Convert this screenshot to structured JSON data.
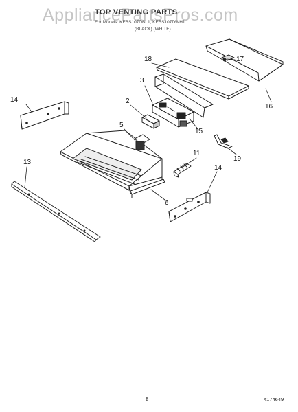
{
  "header": {
    "watermark": "AppliancePartsPros.com",
    "title": "TOP VENTING PARTS",
    "subtitle": "For Models: KEBS107DBL1, KEBS107DWH1",
    "subtitle_colors": "(BLACK)   (WHITE)"
  },
  "callouts": {
    "c2": "2",
    "c3": "3",
    "c5": "5",
    "c6": "6",
    "c11": "11",
    "c13": "13",
    "c14a": "14",
    "c14b": "14",
    "c15": "15",
    "c16": "16",
    "c17": "17",
    "c18": "18",
    "c19": "19"
  },
  "footer": {
    "page_number": "8",
    "part_code": "4174649"
  },
  "colors": {
    "line": "#222222",
    "background": "#ffffff"
  }
}
